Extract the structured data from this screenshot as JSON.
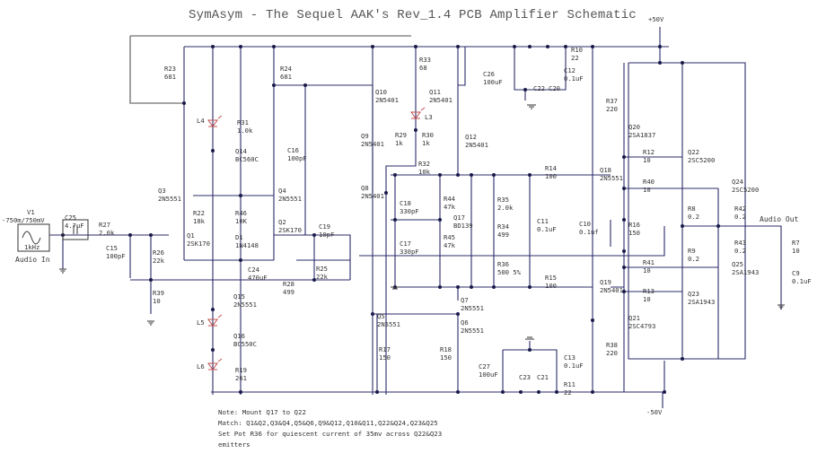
{
  "title": "SymAsym - The Sequel AAK's Rev_1.4 PCB Amplifier Schematic",
  "rails": {
    "pos": "+50V",
    "neg": "-50V"
  },
  "source": {
    "ref": "V1",
    "value": "-750m/750mV",
    "freq": "1kHz",
    "label": "Audio In"
  },
  "output_label": "Audio Out",
  "components": {
    "C25": {
      "ref": "C25",
      "val": "4.7uF"
    },
    "R27": {
      "ref": "R27",
      "val": "2.0k"
    },
    "C15": {
      "ref": "C15",
      "val": "100pF"
    },
    "R26": {
      "ref": "R26",
      "val": "22k"
    },
    "R39": {
      "ref": "R39",
      "val": "10"
    },
    "R23": {
      "ref": "R23",
      "val": "681"
    },
    "R24": {
      "ref": "R24",
      "val": "681"
    },
    "L4": {
      "ref": "L4"
    },
    "R31": {
      "ref": "R31",
      "val": "1.0k"
    },
    "Q14": {
      "ref": "Q14",
      "val": "BC560C"
    },
    "Q3": {
      "ref": "Q3",
      "val": "2N5551"
    },
    "Q4": {
      "ref": "Q4",
      "val": "2N5551"
    },
    "R22": {
      "ref": "R22",
      "val": "18k"
    },
    "R46": {
      "ref": "R46",
      "val": "10K"
    },
    "Q1": {
      "ref": "Q1",
      "val": "2SK170"
    },
    "Q2": {
      "ref": "Q2",
      "val": "2SK170"
    },
    "D1": {
      "ref": "D1",
      "val": "1N4148"
    },
    "C19": {
      "ref": "C19",
      "val": "10pF"
    },
    "C24": {
      "ref": "C24",
      "val": "470uF"
    },
    "R28": {
      "ref": "R28",
      "val": "499"
    },
    "R25": {
      "ref": "R25",
      "val": "22k"
    },
    "Q15": {
      "ref": "Q15",
      "val": "2N5551"
    },
    "L5": {
      "ref": "L5"
    },
    "Q16": {
      "ref": "Q16",
      "val": "BC550C"
    },
    "L6": {
      "ref": "L6"
    },
    "R19": {
      "ref": "R19",
      "val": "261"
    },
    "C16": {
      "ref": "C16",
      "val": "100pF"
    },
    "R33": {
      "ref": "R33",
      "val": "68"
    },
    "Q10": {
      "ref": "Q10",
      "val": "2N5401"
    },
    "Q11": {
      "ref": "Q11",
      "val": "2N5401"
    },
    "L3": {
      "ref": "L3"
    },
    "Q9": {
      "ref": "Q9",
      "val": "2N5401"
    },
    "R29": {
      "ref": "R29",
      "val": "1k"
    },
    "R30": {
      "ref": "R30",
      "val": "1k"
    },
    "Q12": {
      "ref": "Q12",
      "val": "2N5401"
    },
    "R32": {
      "ref": "R32",
      "val": "10k"
    },
    "Q8": {
      "ref": "Q8",
      "val": "2N5401"
    },
    "C18": {
      "ref": "C18",
      "val": "330pF"
    },
    "C17": {
      "ref": "C17",
      "val": "330pF"
    },
    "R44": {
      "ref": "R44",
      "val": "47k"
    },
    "R45": {
      "ref": "R45",
      "val": "47k"
    },
    "Q17": {
      "ref": "Q17",
      "val": "BD139"
    },
    "R35": {
      "ref": "R35",
      "val": "2.0k"
    },
    "R34": {
      "ref": "R34",
      "val": "499"
    },
    "R36": {
      "ref": "R36",
      "val": "500 5%"
    },
    "C11": {
      "ref": "C11",
      "val": "0.1uF"
    },
    "R14": {
      "ref": "R14",
      "val": "100"
    },
    "R15": {
      "ref": "R15",
      "val": "100"
    },
    "Q7": {
      "ref": "Q7",
      "val": "2N5551"
    },
    "Q5": {
      "ref": "Q5",
      "val": "2N5551"
    },
    "Q6": {
      "ref": "Q6",
      "val": "2N5551"
    },
    "R17": {
      "ref": "R17",
      "val": "150"
    },
    "R18": {
      "ref": "R18",
      "val": "150"
    },
    "C26": {
      "ref": "C26",
      "val": "100uF"
    },
    "C22": {
      "ref": "C22"
    },
    "C20": {
      "ref": "C20"
    },
    "C12": {
      "ref": "C12",
      "val": "0.1uF"
    },
    "R10": {
      "ref": "R10",
      "val": "22"
    },
    "C27": {
      "ref": "C27",
      "val": "100uF"
    },
    "C23": {
      "ref": "C23"
    },
    "C21": {
      "ref": "C21"
    },
    "C13": {
      "ref": "C13",
      "val": "0.1uF"
    },
    "R11": {
      "ref": "R11",
      "val": "22"
    },
    "R37": {
      "ref": "R37",
      "val": "220"
    },
    "Q20": {
      "ref": "Q20",
      "val": "2SA1837"
    },
    "R12": {
      "ref": "R12",
      "val": "10"
    },
    "Q22": {
      "ref": "Q22",
      "val": "2SC5200"
    },
    "Q18": {
      "ref": "Q18",
      "val": "2N5551"
    },
    "R40": {
      "ref": "R40",
      "val": "10"
    },
    "Q24": {
      "ref": "Q24",
      "val": "2SC5200"
    },
    "C10": {
      "ref": "C10",
      "val": "0.1uf"
    },
    "R16": {
      "ref": "R16",
      "val": "150"
    },
    "R8": {
      "ref": "R8",
      "val": "0.2"
    },
    "R9": {
      "ref": "R9",
      "val": "0.2"
    },
    "R42": {
      "ref": "R42",
      "val": "0.2"
    },
    "R43": {
      "ref": "R43",
      "val": "0.2"
    },
    "R7": {
      "ref": "R7",
      "val": "10"
    },
    "C9": {
      "ref": "C9",
      "val": "0.1uF"
    },
    "R41": {
      "ref": "R41",
      "val": "10"
    },
    "Q25": {
      "ref": "Q25",
      "val": "2SA1943"
    },
    "Q19": {
      "ref": "Q19",
      "val": "2N5401"
    },
    "R13": {
      "ref": "R13",
      "val": "10"
    },
    "Q23": {
      "ref": "Q23",
      "val": "2SA1943"
    },
    "Q21": {
      "ref": "Q21",
      "val": "2SC4793"
    },
    "R38": {
      "ref": "R38",
      "val": "220"
    }
  },
  "notes": [
    "Note: Mount Q17 to Q22",
    "Match: Q1&Q2,Q3&Q4,Q5&Q6,Q9&Q12,Q10&Q11,Q22&Q24,Q23&Q25",
    "Set Pot R36 for quiescent current of 35mv across Q22&Q23",
    "emitters"
  ]
}
